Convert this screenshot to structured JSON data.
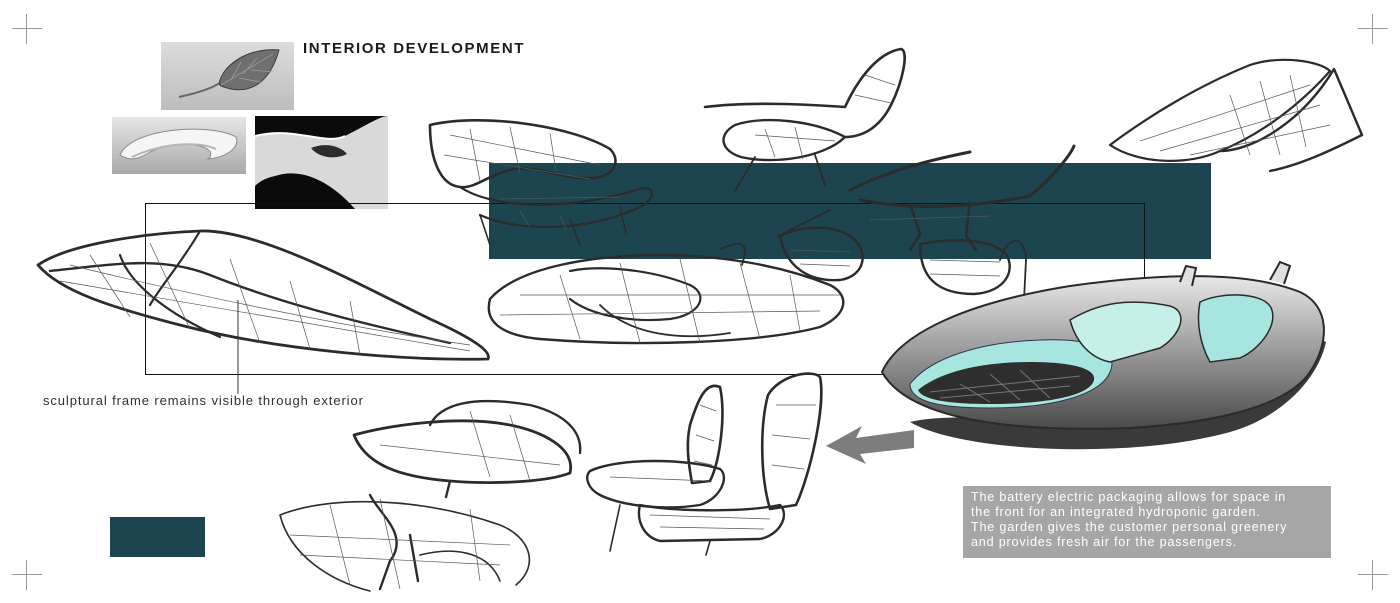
{
  "board": {
    "title": "INTERIOR DEVELOPMENT",
    "frame_caption": "sculptural frame remains visible through exterior",
    "callout_lines": [
      "The battery electric packaging allows for space in",
      "the front for an integrated hydroponic garden.",
      "The garden gives the customer personal greenery",
      "and provides fresh air for the passengers."
    ]
  },
  "colors": {
    "accent_teal": "#1d4550",
    "callout_bg": "#a6a6a6",
    "arrow_gray": "#7d7d7d",
    "glass_cyan": "#a6e6df",
    "stroke_dark": "#2b2b2b"
  },
  "references": [
    {
      "name": "leaf-photo",
      "kind": "image"
    },
    {
      "name": "curved-sculpture-photo",
      "kind": "image"
    },
    {
      "name": "organic-form-photo",
      "kind": "image"
    }
  ],
  "sketches": [
    {
      "name": "seat-sketch",
      "kind": "pencil sketch"
    },
    {
      "name": "reclined-seat-sketch",
      "kind": "pencil sketch"
    },
    {
      "name": "lounge-seat-sketch",
      "kind": "pencil sketch"
    },
    {
      "name": "frame-sketch",
      "kind": "pencil sketch"
    },
    {
      "name": "cabin-layout-sketch",
      "kind": "pencil sketch"
    },
    {
      "name": "dashboard-sketch",
      "kind": "pencil sketch"
    },
    {
      "name": "interior-render",
      "kind": "rendering"
    },
    {
      "name": "console-sketch",
      "kind": "pencil sketch"
    },
    {
      "name": "twin-seat-sketch",
      "kind": "pencil sketch"
    }
  ],
  "icons": [
    "arrow-left-icon",
    "crop-mark-icon"
  ]
}
